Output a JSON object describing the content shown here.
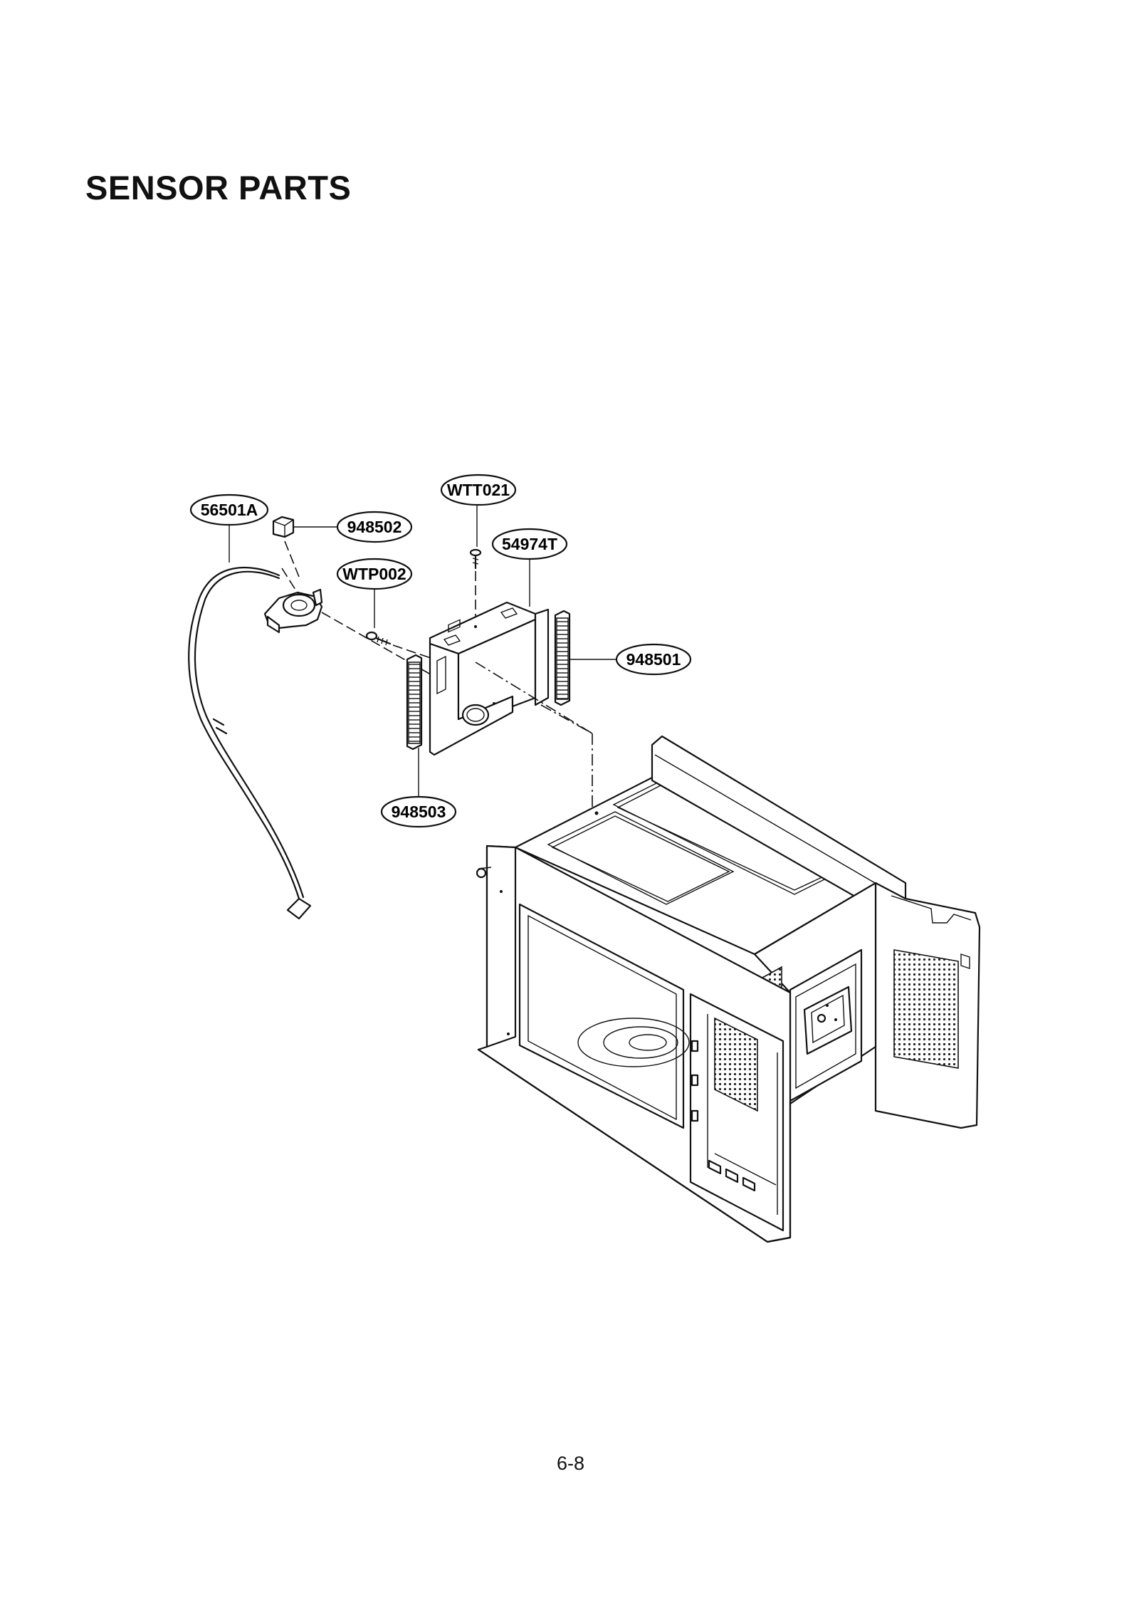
{
  "page": {
    "title": "SENSOR PARTS",
    "page_number": "6-8"
  },
  "diagram": {
    "callouts": [
      {
        "id": "56501A",
        "label": "56501A"
      },
      {
        "id": "948502",
        "label": "948502"
      },
      {
        "id": "WTP002",
        "label": "WTP002"
      },
      {
        "id": "WTT021",
        "label": "WTT021"
      },
      {
        "id": "54974T",
        "label": "54974T"
      },
      {
        "id": "948501",
        "label": "948501"
      },
      {
        "id": "948503",
        "label": "948503"
      }
    ]
  }
}
